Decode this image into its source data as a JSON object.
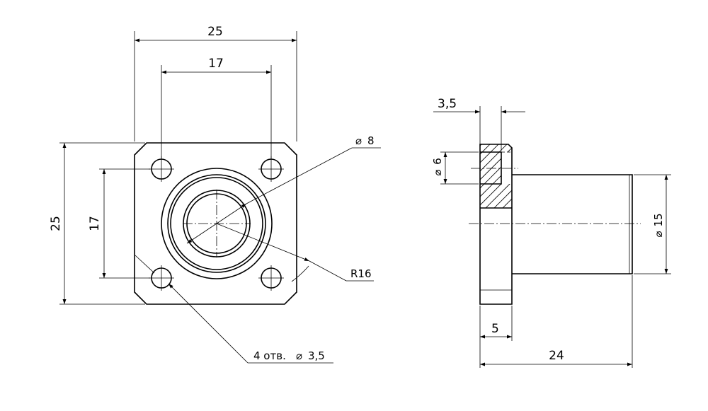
{
  "front_view": {
    "dim_width_outer": "25",
    "dim_width_holes": "17",
    "dim_height_outer": "25",
    "dim_height_holes": "17",
    "bore_diameter": "8",
    "flange_radius": "R16",
    "holes_callout_prefix": "4 отв.",
    "holes_diameter": "3,5"
  },
  "side_view": {
    "flange_thickness": "3,5",
    "counterbore_diameter": "6",
    "body_diameter": "15",
    "flange_width": "5",
    "overall_length": "24"
  },
  "symbols": {
    "diameter_sign": "⌀"
  }
}
